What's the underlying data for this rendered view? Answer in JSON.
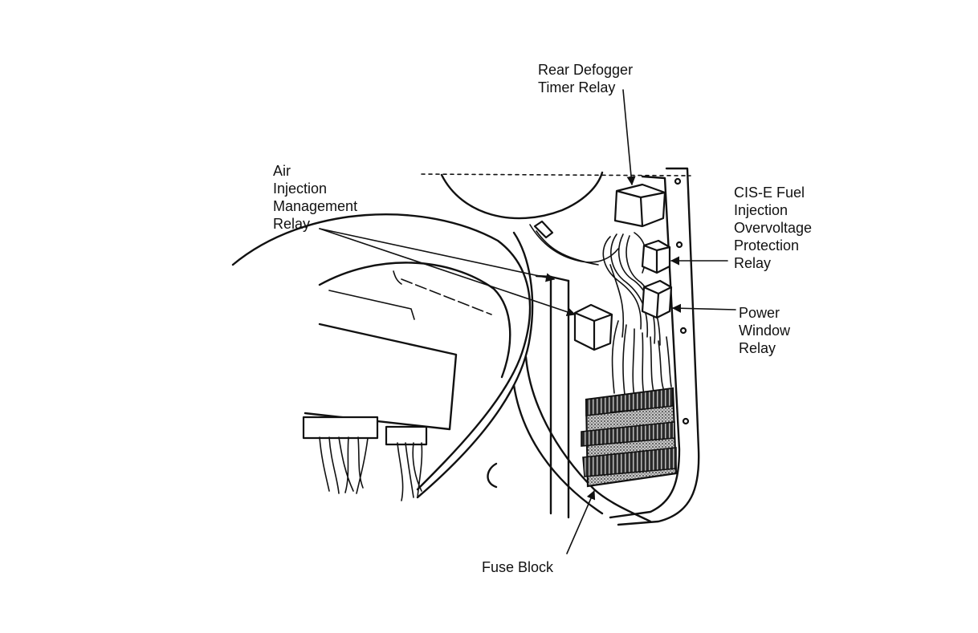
{
  "labels": {
    "rear_defogger": [
      "Rear Defogger",
      "Timer Relay"
    ],
    "air_injection": [
      "Air",
      "Injection",
      "Management",
      "Relay"
    ],
    "cis_e": [
      "CIS-E Fuel",
      "Injection",
      "Overvoltage",
      "Protection",
      "Relay"
    ],
    "power_window": [
      "Power",
      "Window",
      "Relay"
    ],
    "fuse_block": [
      "Fuse Block"
    ]
  },
  "colors": {
    "ink": "#111111",
    "background": "#ffffff",
    "stipple": "#777777"
  }
}
